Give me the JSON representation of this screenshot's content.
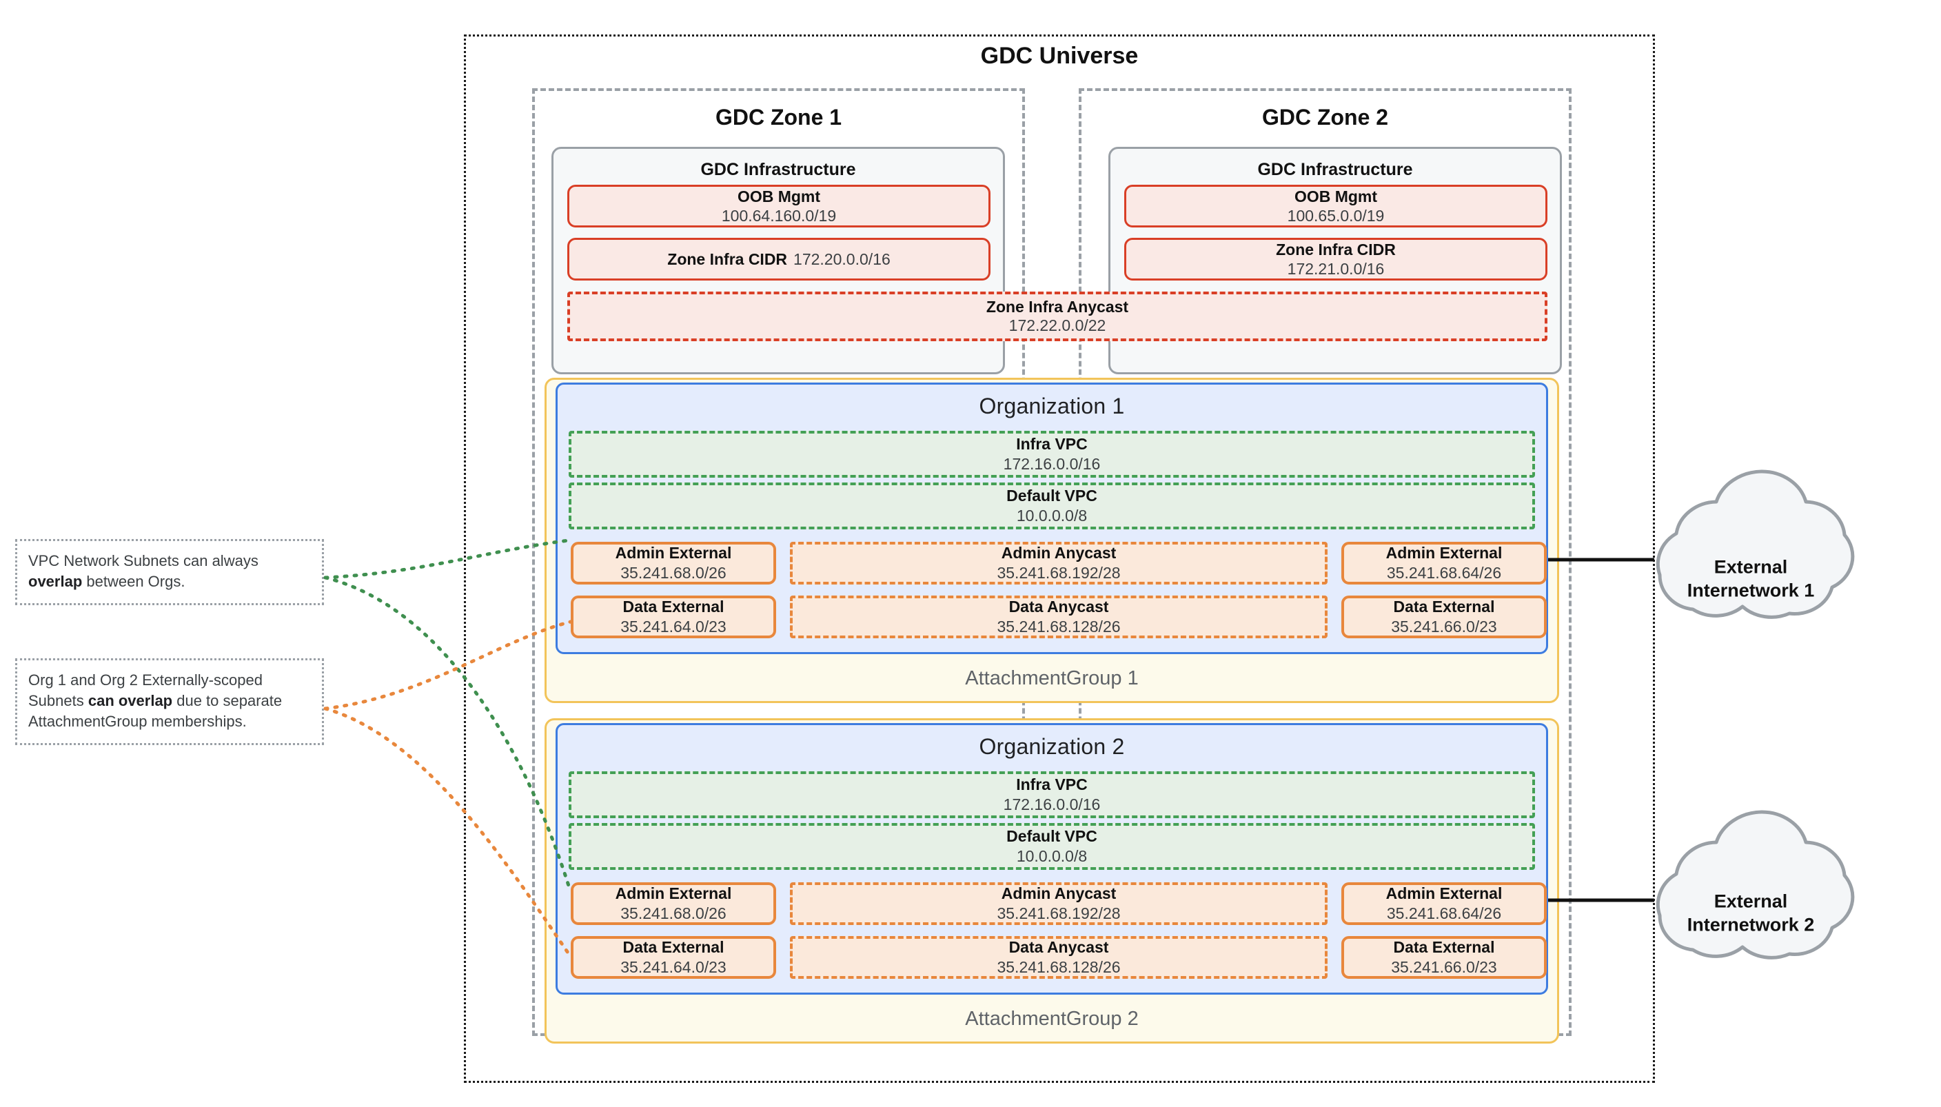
{
  "universe": {
    "title": "GDC Universe"
  },
  "zones": [
    {
      "title": "GDC Zone 1",
      "infra_title": "GDC Infrastructure",
      "oob": {
        "label": "OOB Mgmt",
        "cidr": "100.64.160.0/19"
      },
      "zone_infra_cidr": {
        "label": "Zone Infra CIDR",
        "cidr": "172.20.0.0/16",
        "inline": true
      }
    },
    {
      "title": "GDC Zone 2",
      "infra_title": "GDC Infrastructure",
      "oob": {
        "label": "OOB Mgmt",
        "cidr": "100.65.0.0/19"
      },
      "zone_infra_cidr": {
        "label": "Zone Infra CIDR",
        "cidr": "172.21.0.0/16",
        "inline": false
      }
    }
  ],
  "zone_infra_anycast": {
    "label": "Zone Infra Anycast",
    "cidr": "172.22.0.0/22"
  },
  "organizations": [
    {
      "title": "Organization 1",
      "attachment_group": "AttachmentGroup 1",
      "vpcs": [
        {
          "label": "Infra VPC",
          "cidr": "172.16.0.0/16"
        },
        {
          "label": "Default VPC",
          "cidr": "10.0.0.0/8"
        }
      ],
      "subnets": {
        "admin_left": {
          "label": "Admin External",
          "cidr": "35.241.68.0/26"
        },
        "admin_center": {
          "label": "Admin Anycast",
          "cidr": "35.241.68.192/28"
        },
        "admin_right": {
          "label": "Admin External",
          "cidr": "35.241.68.64/26"
        },
        "data_left": {
          "label": "Data External",
          "cidr": "35.241.64.0/23"
        },
        "data_center": {
          "label": "Data Anycast",
          "cidr": "35.241.68.128/26"
        },
        "data_right": {
          "label": "Data External",
          "cidr": "35.241.66.0/23"
        }
      }
    },
    {
      "title": "Organization 2",
      "attachment_group": "AttachmentGroup 2",
      "vpcs": [
        {
          "label": "Infra VPC",
          "cidr": "172.16.0.0/16"
        },
        {
          "label": "Default VPC",
          "cidr": "10.0.0.0/8"
        }
      ],
      "subnets": {
        "admin_left": {
          "label": "Admin External",
          "cidr": "35.241.68.0/26"
        },
        "admin_center": {
          "label": "Admin Anycast",
          "cidr": "35.241.68.192/28"
        },
        "admin_right": {
          "label": "Admin External",
          "cidr": "35.241.68.64/26"
        },
        "data_left": {
          "label": "Data External",
          "cidr": "35.241.64.0/23"
        },
        "data_center": {
          "label": "Data Anycast",
          "cidr": "35.241.68.128/26"
        },
        "data_right": {
          "label": "Data External",
          "cidr": "35.241.66.0/23"
        }
      }
    }
  ],
  "notes": [
    {
      "prefix": "VPC Network Subnets can always ",
      "bold": "overlap",
      "suffix": " between Orgs."
    },
    {
      "prefix": "Org 1 and Org 2 Externally-scoped Subnets ",
      "bold": "can overlap",
      "suffix": " due to separate AttachmentGroup memberships."
    }
  ],
  "clouds": [
    {
      "line1": "External",
      "line2": "Internetwork 1"
    },
    {
      "line1": "External",
      "line2": "Internetwork 2"
    }
  ],
  "colors": {
    "universe_border": "#1b1b1b",
    "zone_border": "#9aa0a6",
    "infra_border": "#9aa0a6",
    "infra_fill": "#f6f8f9",
    "cidr_border": "#d93f26",
    "cidr_fill": "#fae9e5",
    "org_border": "#3d7ce0",
    "org_fill": "#e4ecfd",
    "attachment_border": "#f2c45a",
    "attachment_fill": "#fdfaeb",
    "vpc_border": "#44a055",
    "vpc_fill": "#e6f0e6",
    "subnet_border": "#e8873c",
    "subnet_fill": "#fbe9db",
    "note_border": "#9aa0a6",
    "connector_green": "#3f8f4f",
    "connector_orange": "#e8873c",
    "cloud_border": "#9aa0a6",
    "cloud_fill": "#f4f6f8"
  }
}
